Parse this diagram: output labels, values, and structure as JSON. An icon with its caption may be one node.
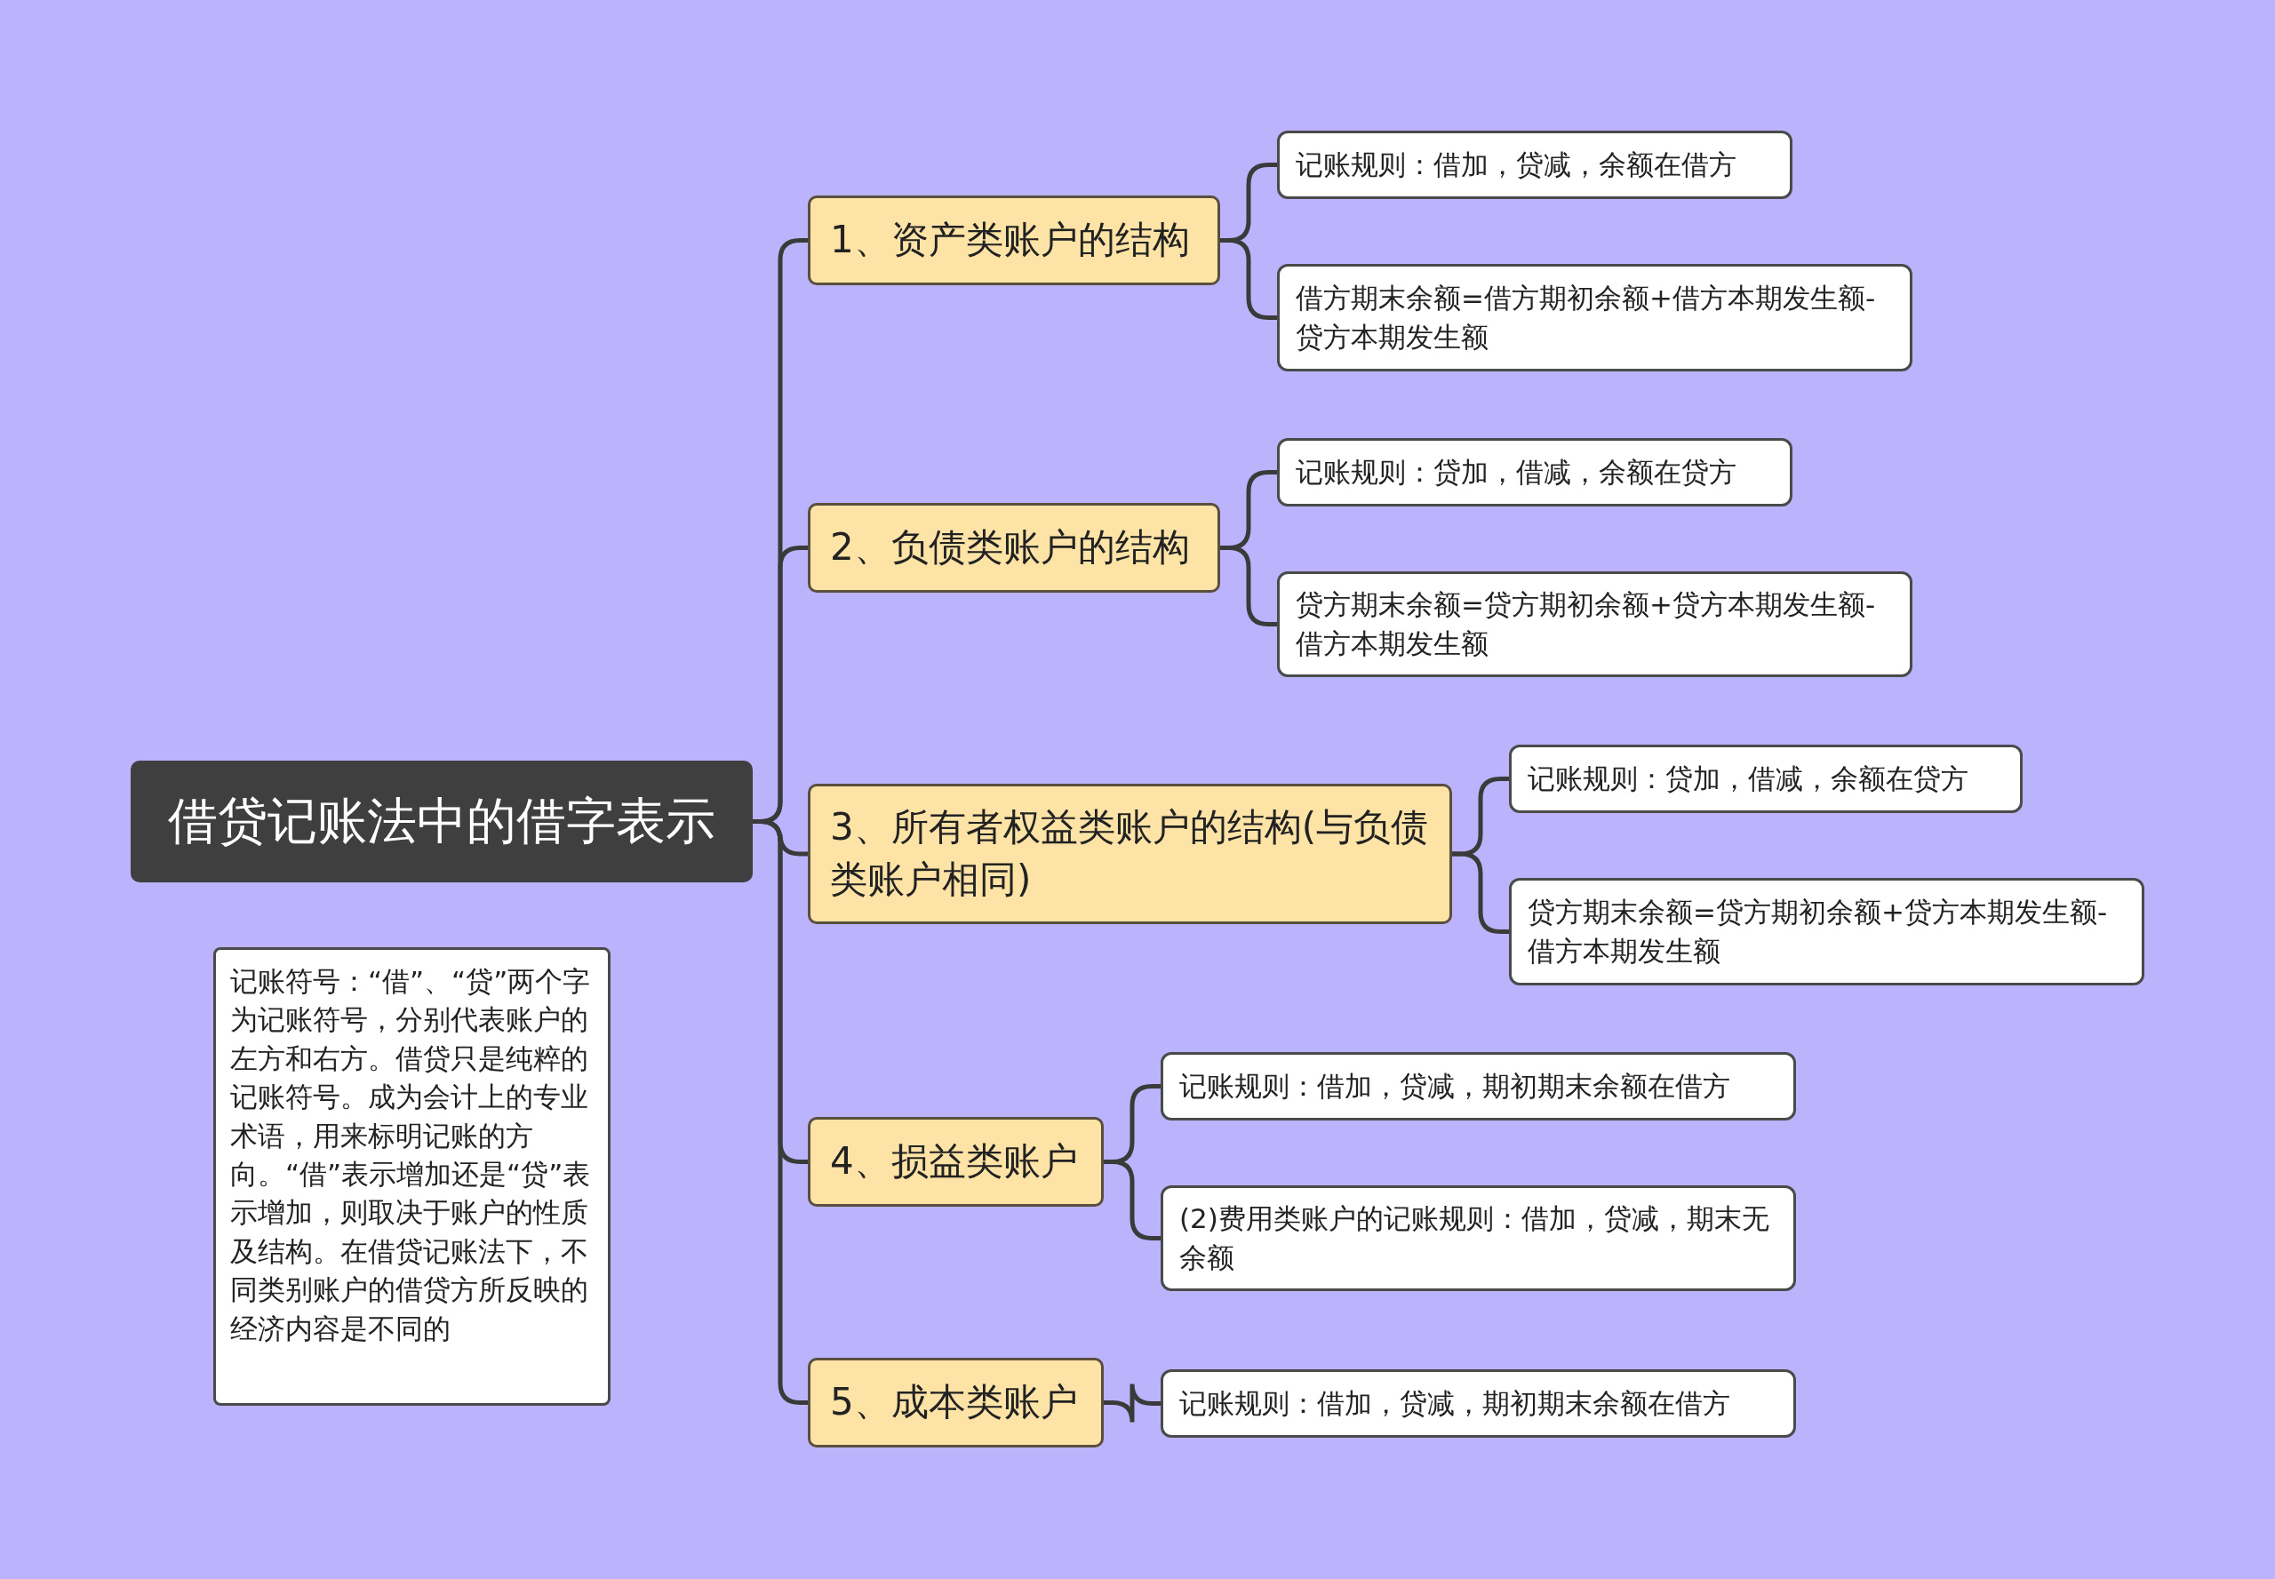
{
  "diagram": {
    "nodes": [
      {
        "text": [
          "借贷记账法中的借字表示"
        ]
      },
      {
        "text": [
          "1、资产类账户的结构"
        ]
      },
      {
        "text": [
          "记账规则：借加，贷减，余额在借方"
        ]
      },
      {
        "text": [
          "借方期末余额=借方期初余额+借方本期发生额-贷方本期发生额"
        ]
      },
      {
        "text": [
          "2、负债类账户的结构"
        ]
      },
      {
        "text": [
          "记账规则：贷加，借减，余额在贷方"
        ]
      },
      {
        "text": [
          "贷方期末余额=贷方期初余额+贷方本期发生额-借方本期发生额"
        ]
      },
      {
        "text": [
          "3、所有者权益类账户的结构(与负债类账户相同)"
        ]
      },
      {
        "text": [
          "记账规则：贷加，借减，余额在贷方"
        ]
      },
      {
        "text": [
          "贷方期末余额=贷方期初余额+贷方本期发生额-借方本期发生额"
        ]
      },
      {
        "text": [
          "4、损益类账户"
        ]
      },
      {
        "text": [
          "记账规则：借加，贷减，期初期末余额在借方"
        ]
      },
      {
        "text": [
          "(2)费用类账户的记账规则：借加，贷减，期末无余额"
        ]
      },
      {
        "text": [
          "5、成本类账户"
        ]
      },
      {
        "text": [
          "记账规则：借加，贷减，期初期末余额在借方"
        ]
      },
      {
        "text": [
          "记账符号：“借”、“贷”两个字为记账符号，分别代表账户的左方和右方。借贷只是纯粹的记账符号。成为会计上的专业术语，用来标明记账的方向。“借”表示增加还是“贷”表示增加，则取决于账户的性质及结构。在借贷记账法下，不同类别账户的借贷方所反映的经济内容是不同的"
        ]
      }
    ],
    "edges": [
      {
        "from": 0,
        "to": 1,
        "arrow": "none"
      },
      {
        "from": 0,
        "to": 4,
        "arrow": "none"
      },
      {
        "from": 0,
        "to": 7,
        "arrow": "none"
      },
      {
        "from": 0,
        "to": 10,
        "arrow": "none"
      },
      {
        "from": 0,
        "to": 13,
        "arrow": "none"
      },
      {
        "from": 1,
        "to": 2,
        "arrow": "none"
      },
      {
        "from": 1,
        "to": 3,
        "arrow": "none"
      },
      {
        "from": 4,
        "to": 5,
        "arrow": "none"
      },
      {
        "from": 4,
        "to": 6,
        "arrow": "none"
      },
      {
        "from": 7,
        "to": 8,
        "arrow": "none"
      },
      {
        "from": 7,
        "to": 9,
        "arrow": "none"
      },
      {
        "from": 10,
        "to": 11,
        "arrow": "none"
      },
      {
        "from": 10,
        "to": 12,
        "arrow": "none"
      },
      {
        "from": 13,
        "to": 14,
        "arrow": "none"
      }
    ]
  }
}
